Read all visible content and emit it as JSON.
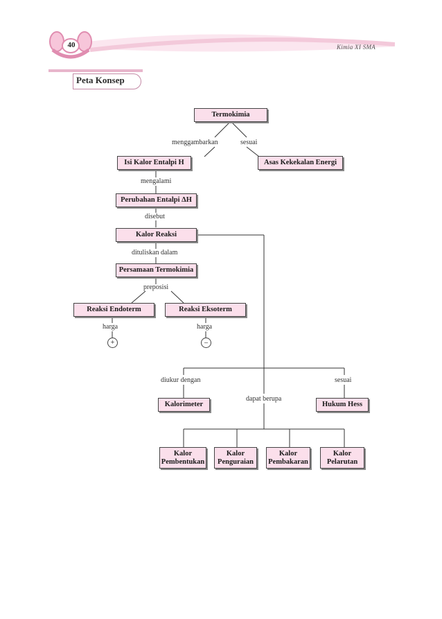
{
  "header": {
    "page_number": "40",
    "running_title": "Kimia XI SMA",
    "section_title": "Peta Konsep"
  },
  "colors": {
    "node_fill": "#fbdfeb",
    "accent_pink": "#e8b6cc",
    "line": "#333333"
  },
  "nodes": {
    "termokimia": "Termokimia",
    "isi_kalor": "Isi Kalor Entalpi H",
    "asas_kekekalan": "Asas Kekekalan Energi",
    "perubahan_entalpi": "Perubahan Entalpi ΔH",
    "kalor_reaksi": "Kalor Reaksi",
    "persamaan_termokimia": "Persamaan Termokimia",
    "reaksi_endoterm": "Reaksi Endoterm",
    "reaksi_eksoterm": "Reaksi Eksoterm",
    "kalorimeter": "Kalorimeter",
    "hukum_hess": "Hukum Hess",
    "kalor_pembentukan": "Kalor\nPembentukan",
    "kalor_penguraian": "Kalor\nPenguraian",
    "kalor_pembakaran": "Kalor\nPembakaran",
    "kalor_pelarutan": "Kalor\nPelarutan"
  },
  "link_labels": {
    "menggambarkan": "menggambarkan",
    "sesuai_top": "sesuai",
    "mengalami": "mengalami",
    "disebut": "disebut",
    "dituliskan_dalam": "dituliskan dalam",
    "preposisi": "preposisi",
    "harga_endo": "harga",
    "harga_ekso": "harga",
    "diukur_dengan": "diukur dengan",
    "sesuai_bottom": "sesuai",
    "dapat_berupa": "dapat berupa"
  },
  "signs": {
    "endoterm": "+",
    "eksoterm": "–"
  }
}
